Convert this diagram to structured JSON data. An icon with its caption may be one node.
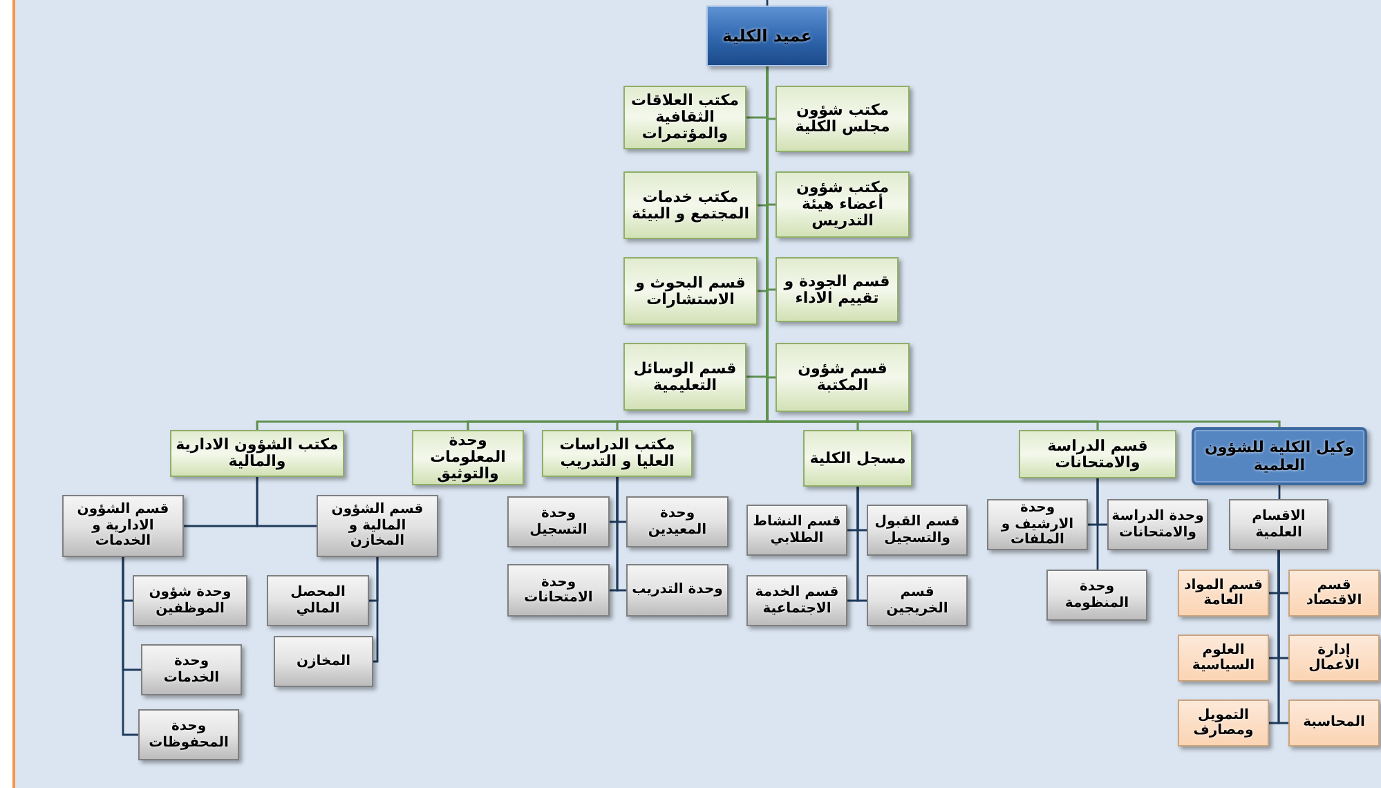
{
  "diagram": {
    "nodes": [
      {
        "text": [
          "عميد الكلية"
        ]
      },
      {
        "text": [
          "مكتب شؤون مجلس الكلية"
        ]
      },
      {
        "text": [
          "مكتب العلاقات الثقافية والمؤتمرات"
        ]
      },
      {
        "text": [
          "مكتب شؤون أعضاء هيئة التدريس"
        ]
      },
      {
        "text": [
          "مكتب خدمات المجتمع و البيئة"
        ]
      },
      {
        "text": [
          "قسم الجودة و تقييم الاداء"
        ]
      },
      {
        "text": [
          "قسم البحوث و الاستشارات"
        ]
      },
      {
        "text": [
          "قسم شؤون المكتبة"
        ]
      },
      {
        "text": [
          "قسم الوسائل التعليمية"
        ]
      },
      {
        "text": [
          "وكيل الكلية للشؤون العلمية"
        ]
      },
      {
        "text": [
          "قسم الدراسة والامتحانات"
        ]
      },
      {
        "text": [
          "مسجل الكلية"
        ]
      },
      {
        "text": [
          "مكتب الدراسات العليا و التدريب"
        ]
      },
      {
        "text": [
          "وحدة المعلومات والتوثيق"
        ]
      },
      {
        "text": [
          "مكتب الشؤون الادارية والمالية"
        ]
      },
      {
        "text": [
          "الاقسام العلمية"
        ]
      },
      {
        "text": [
          "قسم الاقتصاد"
        ]
      },
      {
        "text": [
          "قسم المواد العامة"
        ]
      },
      {
        "text": [
          "إدارة الاعمال"
        ]
      },
      {
        "text": [
          "العلوم السياسية"
        ]
      },
      {
        "text": [
          "المحاسبة"
        ]
      },
      {
        "text": [
          "التمويل ومصارف"
        ]
      },
      {
        "text": [
          "وحدة الدراسة والامتحانات"
        ]
      },
      {
        "text": [
          "وحدة الارشيف و الملفات"
        ]
      },
      {
        "text": [
          "وحدة المنظومة"
        ]
      },
      {
        "text": [
          "قسم القبول والتسجيل"
        ]
      },
      {
        "text": [
          "قسم النشاط الطلابي"
        ]
      },
      {
        "text": [
          "قسم الخريجين"
        ]
      },
      {
        "text": [
          "قسم الخدمة الاجتماعية"
        ]
      },
      {
        "text": [
          "وحدة المعيدين"
        ]
      },
      {
        "text": [
          "وحدة التسجيل"
        ]
      },
      {
        "text": [
          "وحدة التدريب"
        ]
      },
      {
        "text": [
          "وحدة الامتحانات"
        ]
      },
      {
        "text": [
          "قسم الشؤون المالية و المخازن"
        ]
      },
      {
        "text": [
          "قسم الشؤون الادارية و الخدمات"
        ]
      },
      {
        "text": [
          "المحصل المالي"
        ]
      },
      {
        "text": [
          "المخازن"
        ]
      },
      {
        "text": [
          "وحدة شؤون الموظفين"
        ]
      },
      {
        "text": [
          "وحدة الخدمات"
        ]
      },
      {
        "text": [
          "وحدة المحفوظات"
        ]
      }
    ],
    "edges": [
      {
        "from": null,
        "to": 0,
        "arrow": "none"
      },
      {
        "from": 0,
        "to": 1,
        "arrow": "none",
        "color": "#5f9150"
      },
      {
        "from": 0,
        "to": 2,
        "arrow": "none",
        "color": "#5f9150"
      },
      {
        "from": 0,
        "to": 3,
        "arrow": "none",
        "color": "#5f9150"
      },
      {
        "from": 0,
        "to": 4,
        "arrow": "none",
        "color": "#5f9150"
      },
      {
        "from": 0,
        "to": 5,
        "arrow": "none",
        "color": "#5f9150"
      },
      {
        "from": 0,
        "to": 6,
        "arrow": "none",
        "color": "#5f9150"
      },
      {
        "from": 0,
        "to": 7,
        "arrow": "none",
        "color": "#5f9150"
      },
      {
        "from": 0,
        "to": 8,
        "arrow": "none",
        "color": "#5f9150"
      },
      {
        "from": 0,
        "to": 9,
        "arrow": "none",
        "color": "#5f9150"
      },
      {
        "from": 0,
        "to": 10,
        "arrow": "none",
        "color": "#5f9150"
      },
      {
        "from": 0,
        "to": 11,
        "arrow": "none",
        "color": "#5f9150"
      },
      {
        "from": 0,
        "to": 12,
        "arrow": "none",
        "color": "#5f9150"
      },
      {
        "from": 0,
        "to": 13,
        "arrow": "none",
        "color": "#5f9150"
      },
      {
        "from": 0,
        "to": 14,
        "arrow": "none",
        "color": "#5f9150"
      },
      {
        "from": 9,
        "to": 15,
        "arrow": "none"
      },
      {
        "from": 15,
        "to": 16,
        "arrow": "none"
      },
      {
        "from": 15,
        "to": 17,
        "arrow": "none"
      },
      {
        "from": 15,
        "to": 18,
        "arrow": "none"
      },
      {
        "from": 15,
        "to": 19,
        "arrow": "none"
      },
      {
        "from": 15,
        "to": 20,
        "arrow": "none"
      },
      {
        "from": 15,
        "to": 21,
        "arrow": "none"
      },
      {
        "from": 10,
        "to": 22,
        "arrow": "none"
      },
      {
        "from": 10,
        "to": 23,
        "arrow": "none"
      },
      {
        "from": 10,
        "to": 24,
        "arrow": "none"
      },
      {
        "from": 11,
        "to": 25,
        "arrow": "none"
      },
      {
        "from": 11,
        "to": 26,
        "arrow": "none"
      },
      {
        "from": 11,
        "to": 27,
        "arrow": "none"
      },
      {
        "from": 11,
        "to": 28,
        "arrow": "none"
      },
      {
        "from": 12,
        "to": 29,
        "arrow": "none"
      },
      {
        "from": 12,
        "to": 30,
        "arrow": "none"
      },
      {
        "from": 12,
        "to": 31,
        "arrow": "none"
      },
      {
        "from": 12,
        "to": 32,
        "arrow": "none"
      },
      {
        "from": 14,
        "to": 33,
        "arrow": "none"
      },
      {
        "from": 14,
        "to": 34,
        "arrow": "none"
      },
      {
        "from": 33,
        "to": 35,
        "arrow": "none"
      },
      {
        "from": 33,
        "to": 36,
        "arrow": "none"
      },
      {
        "from": 34,
        "to": 37,
        "arrow": "none"
      },
      {
        "from": 34,
        "to": 38,
        "arrow": "none"
      },
      {
        "from": 34,
        "to": 39,
        "arrow": "none"
      }
    ]
  }
}
